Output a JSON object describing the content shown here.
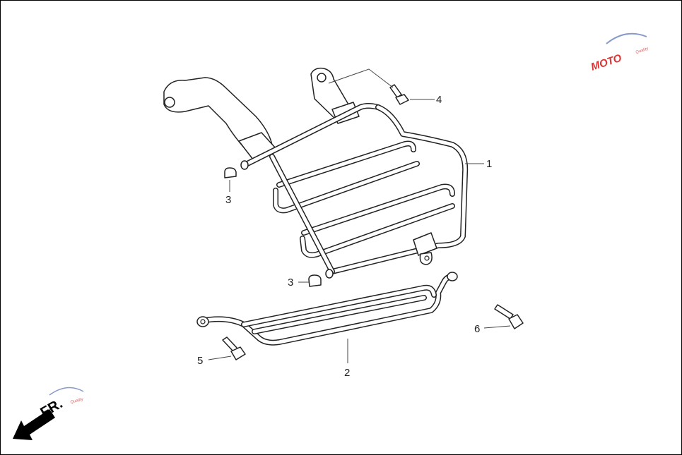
{
  "diagram": {
    "callouts": [
      {
        "id": "1",
        "label": "1"
      },
      {
        "id": "2",
        "label": "2"
      },
      {
        "id": "3a",
        "label": "3"
      },
      {
        "id": "3b",
        "label": "3"
      },
      {
        "id": "4",
        "label": "4"
      },
      {
        "id": "5",
        "label": "5"
      },
      {
        "id": "6",
        "label": "6"
      }
    ],
    "direction_label": "FR.",
    "watermark": {
      "text": "MOTO",
      "subtext": "Quality",
      "color": "#dd3333"
    }
  }
}
